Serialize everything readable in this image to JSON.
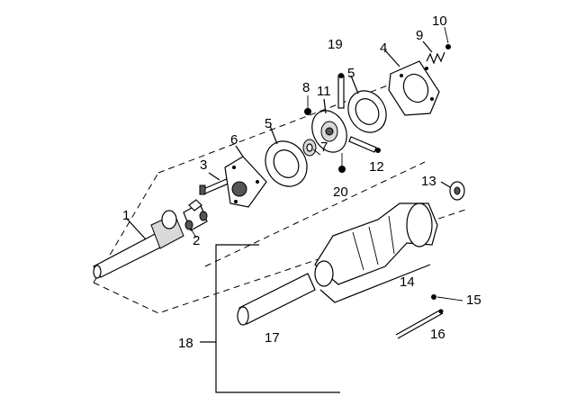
{
  "part_labels": {
    "p1": "1",
    "p2": "2",
    "p3": "3",
    "p4": "4",
    "p5a": "5",
    "p5b": "5",
    "p6": "6",
    "p7": "7",
    "p8": "8",
    "p9": "9",
    "p10": "10",
    "p11": "11",
    "p12": "12",
    "p13": "13",
    "p14": "14",
    "p15": "15",
    "p16": "16",
    "p17": "17",
    "p18": "18",
    "p19": "19",
    "p20": "20"
  }
}
